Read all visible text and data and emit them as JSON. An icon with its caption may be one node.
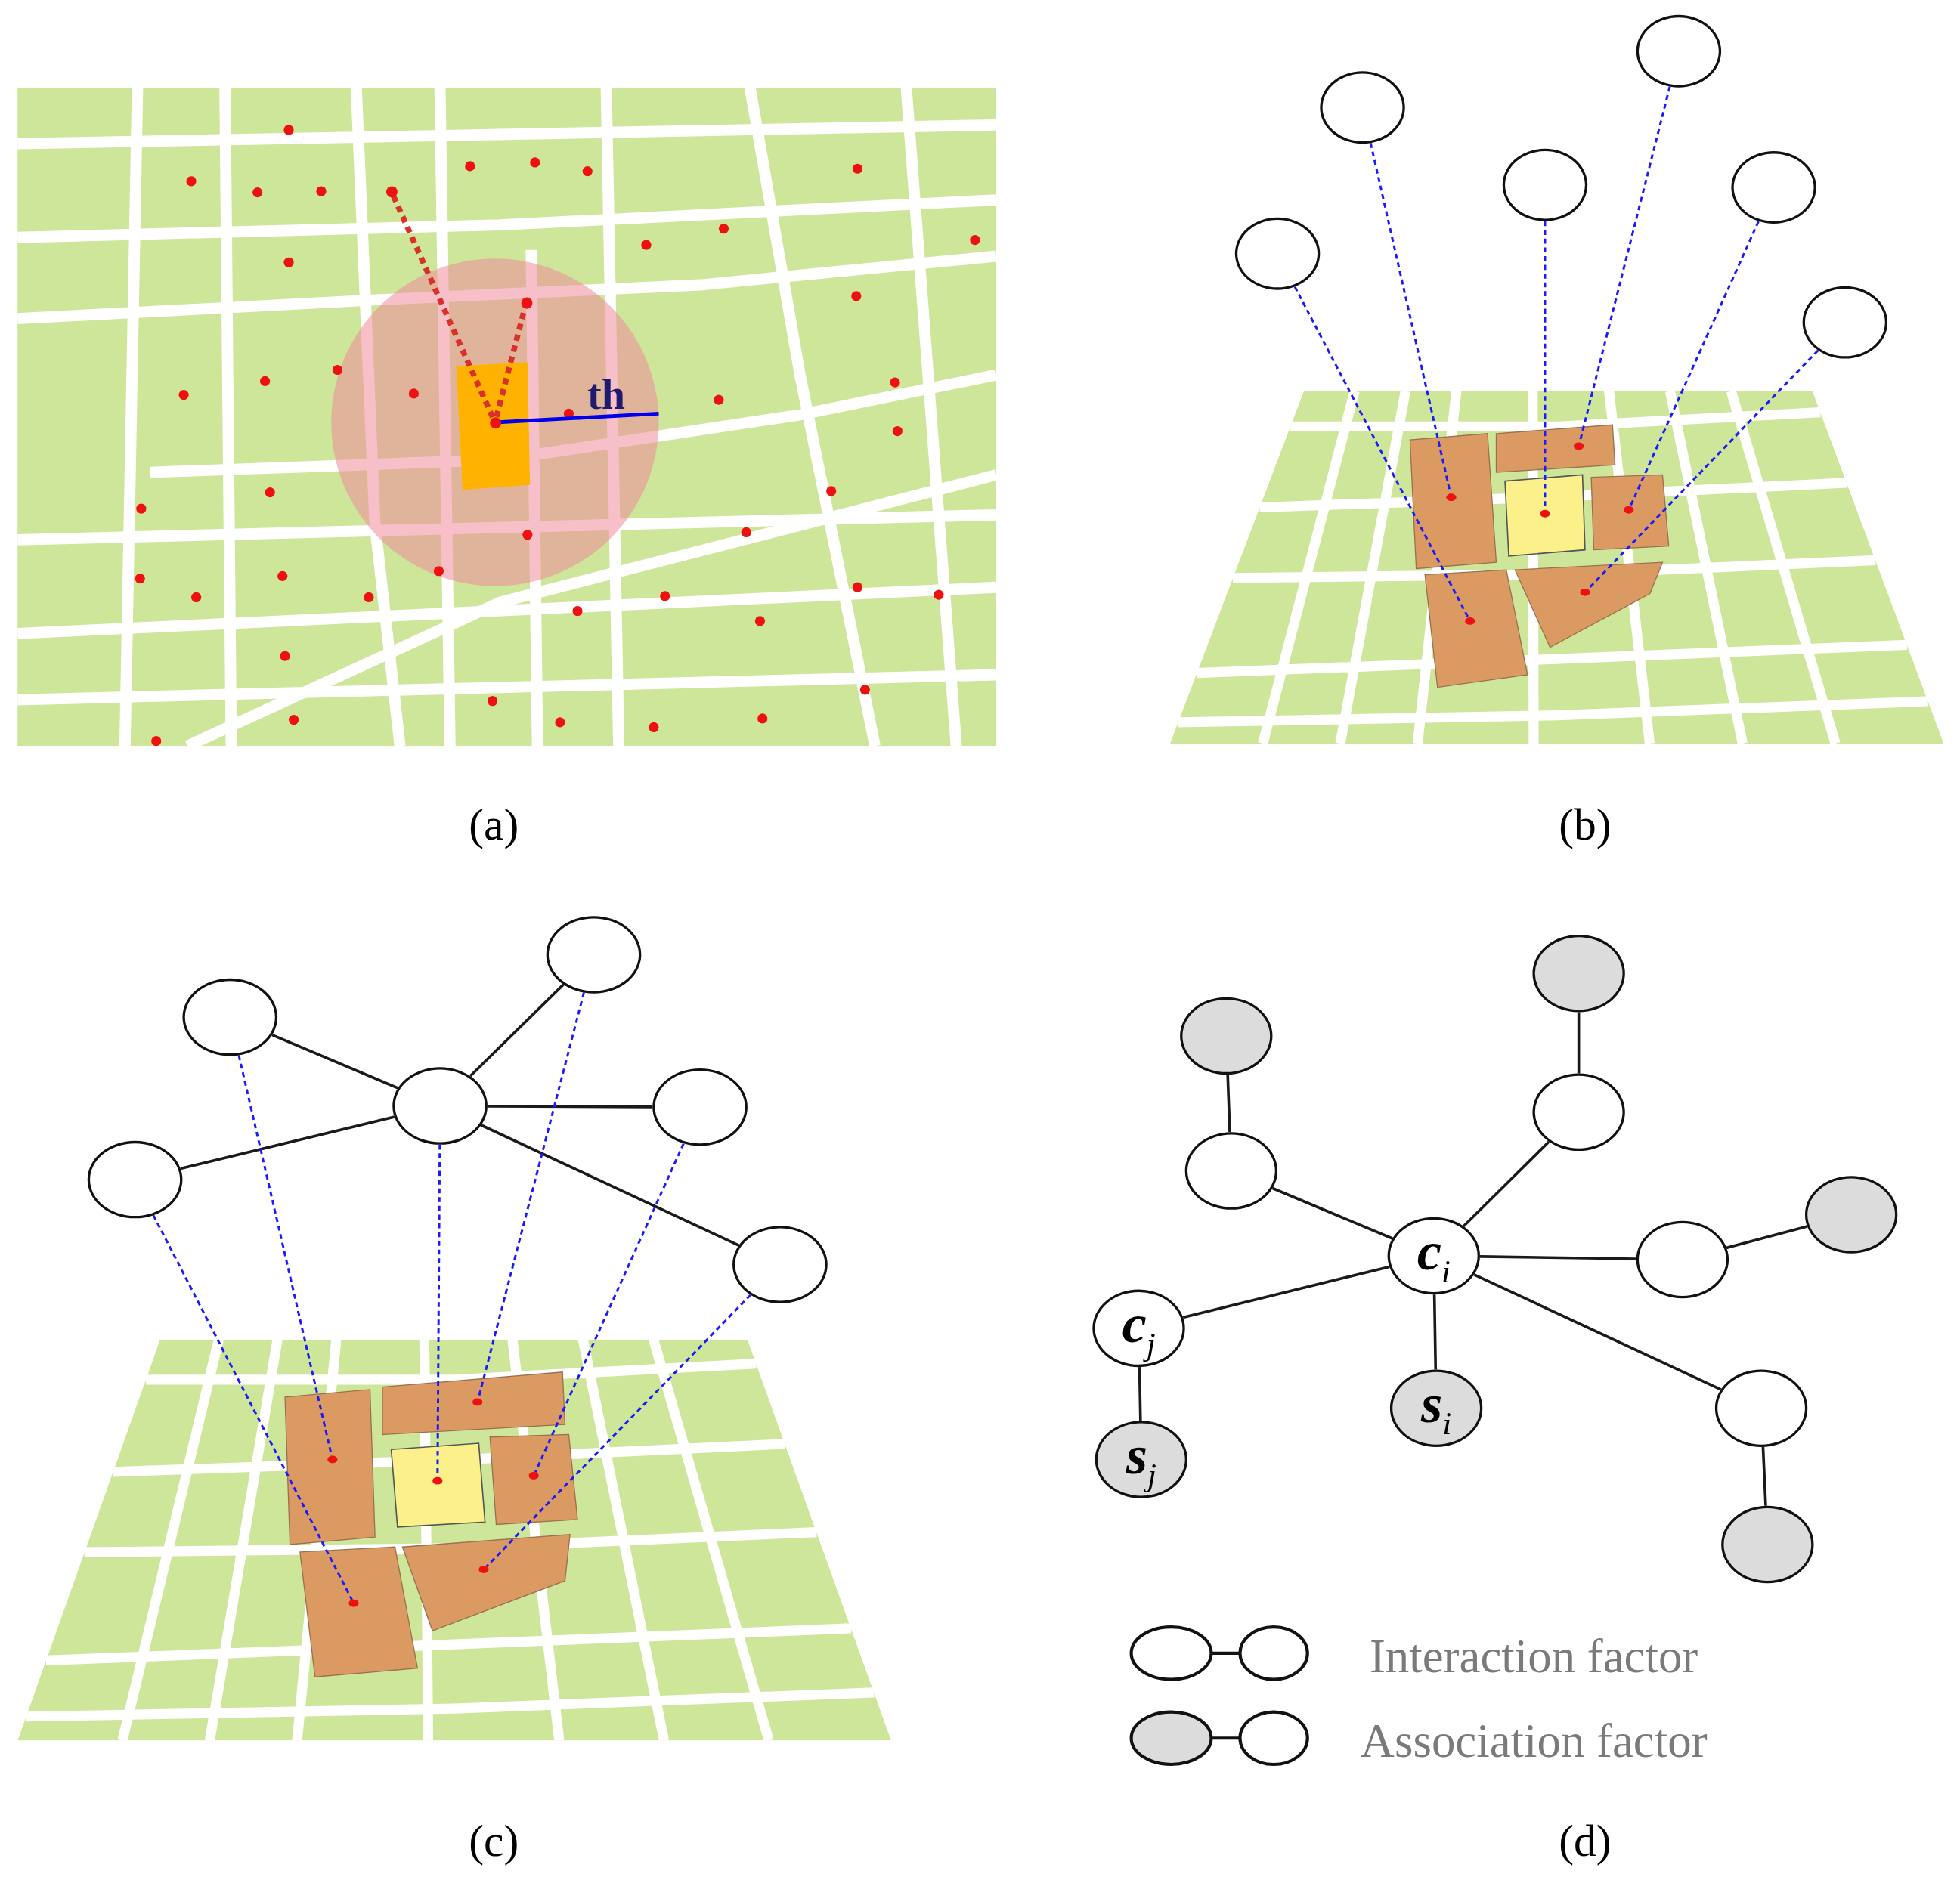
{
  "diagram": {
    "nodes": [
      {
        "text": [],
        "shape": "dot"
      },
      {
        "text": [],
        "shape": "dot"
      },
      {
        "text": [],
        "shape": "dot"
      },
      {
        "text": [],
        "shape": "ellipse"
      },
      {
        "text": [],
        "shape": "ellipse"
      },
      {
        "text": [],
        "shape": "ellipse"
      },
      {
        "text": [],
        "shape": "ellipse"
      },
      {
        "text": [],
        "shape": "ellipse"
      },
      {
        "text": [],
        "shape": "ellipse"
      },
      {
        "text": [],
        "shape": "dot"
      },
      {
        "text": [],
        "shape": "dot"
      },
      {
        "text": [],
        "shape": "dot"
      },
      {
        "text": [],
        "shape": "dot"
      },
      {
        "text": [],
        "shape": "dot"
      },
      {
        "text": [],
        "shape": "dot"
      },
      {
        "text": [],
        "shape": "ellipse"
      },
      {
        "text": [],
        "shape": "ellipse"
      },
      {
        "text": [],
        "shape": "ellipse"
      },
      {
        "text": [],
        "shape": "ellipse"
      },
      {
        "text": [],
        "shape": "ellipse"
      },
      {
        "text": [],
        "shape": "ellipse"
      },
      {
        "text": [],
        "shape": "dot"
      },
      {
        "text": [],
        "shape": "dot"
      },
      {
        "text": [],
        "shape": "dot"
      },
      {
        "text": [],
        "shape": "dot"
      },
      {
        "text": [],
        "shape": "dot"
      },
      {
        "text": [],
        "shape": "dot"
      },
      {
        "text": [],
        "shape": "ellipse"
      },
      {
        "text": [],
        "shape": "ellipse"
      },
      {
        "text": [],
        "shape": "ellipse"
      },
      {
        "text": [],
        "shape": "ellipse"
      },
      {
        "text": [],
        "shape": "ellipse"
      },
      {
        "text": [
          "**c**$_{i}$"
        ]
      },
      {
        "text": [],
        "shape": "ellipse"
      },
      {
        "text": [
          "**c**$_{j}$"
        ]
      },
      {
        "text": [
          "**s**$_{i}$"
        ]
      },
      {
        "text": [],
        "shape": "ellipse"
      },
      {
        "text": [
          "**s**$_{j}$"
        ]
      },
      {
        "text": [],
        "shape": "ellipse"
      }
    ],
    "edges": [
      {
        "from": 0,
        "to": 1,
        "arrow": "none",
        "style": "dashed",
        "color": "#d9302a"
      },
      {
        "from": 0,
        "to": 2,
        "arrow": "none",
        "style": "dashed",
        "color": "#d9302a"
      },
      {
        "from": 3,
        "to": 10,
        "arrow": "none",
        "style": "dashed",
        "color": "#1a1aff"
      },
      {
        "from": 4,
        "to": 9,
        "arrow": "none",
        "style": "dashed",
        "color": "#1a1aff"
      },
      {
        "from": 5,
        "to": 11,
        "arrow": "none",
        "style": "dashed",
        "color": "#1a1aff"
      },
      {
        "from": 6,
        "to": 12,
        "arrow": "none",
        "style": "dashed",
        "color": "#1a1aff"
      },
      {
        "from": 7,
        "to": 13,
        "arrow": "none",
        "style": "dashed",
        "color": "#1a1aff"
      },
      {
        "from": 8,
        "to": 14,
        "arrow": "none",
        "style": "dashed",
        "color": "#1a1aff"
      },
      {
        "from": 17,
        "to": 15,
        "arrow": "none"
      },
      {
        "from": 17,
        "to": 16,
        "arrow": "none"
      },
      {
        "from": 17,
        "to": 18,
        "arrow": "none"
      },
      {
        "from": 17,
        "to": 19,
        "arrow": "none"
      },
      {
        "from": 17,
        "to": 20,
        "arrow": "none"
      },
      {
        "from": 15,
        "to": 21,
        "arrow": "none",
        "style": "dashed",
        "color": "#1a1aff"
      },
      {
        "from": 16,
        "to": 22,
        "arrow": "none",
        "style": "dashed",
        "color": "#1a1aff"
      },
      {
        "from": 17,
        "to": 23,
        "arrow": "none",
        "style": "dashed",
        "color": "#1a1aff"
      },
      {
        "from": 18,
        "to": 24,
        "arrow": "none",
        "style": "dashed",
        "color": "#1a1aff"
      },
      {
        "from": 19,
        "to": 25,
        "arrow": "none",
        "style": "dashed",
        "color": "#1a1aff"
      },
      {
        "from": 20,
        "to": 26,
        "arrow": "none",
        "style": "dashed",
        "color": "#1a1aff"
      },
      {
        "from": 32,
        "to": 34,
        "arrow": "none"
      },
      {
        "from": 34,
        "to": 37,
        "arrow": "none"
      },
      {
        "from": 32,
        "to": 35,
        "arrow": "none"
      },
      {
        "from": 32,
        "to": 30,
        "arrow": "none"
      },
      {
        "from": 30,
        "to": 28,
        "arrow": "none"
      },
      {
        "from": 32,
        "to": 29,
        "arrow": "none"
      },
      {
        "from": 29,
        "to": 27,
        "arrow": "none"
      },
      {
        "from": 32,
        "to": 33,
        "arrow": "none"
      },
      {
        "from": 33,
        "to": 31,
        "arrow": "none"
      },
      {
        "from": 32,
        "to": 36,
        "arrow": "none"
      },
      {
        "from": 36,
        "to": 38,
        "arrow": "none"
      }
    ],
    "labels": [
      "th",
      "(a)",
      "(b)",
      "(c)",
      "(d)"
    ],
    "legend": [
      {
        "text": "Interaction factor"
      },
      {
        "text": "Association factor"
      }
    ]
  }
}
